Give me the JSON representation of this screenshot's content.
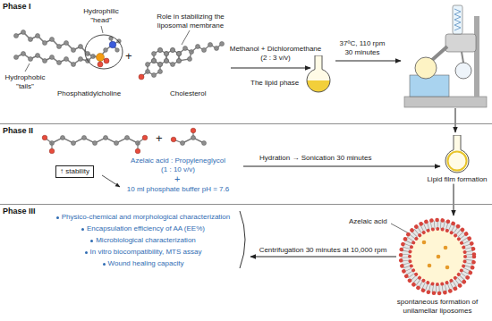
{
  "diagram": {
    "nodes": [
      {
        "text": [
          "Phase I"
        ]
      },
      {
        "text": [
          "The lipid phase"
        ],
        "in": 0
      },
      {
        "text": [
          "Phase II"
        ]
      },
      {
        "text": [
          "↑ stability"
        ],
        "in": 2
      },
      {
        "text": [
          "Lipid film formation"
        ],
        "in": 2
      },
      {
        "text": [
          "Phase III"
        ]
      },
      {
        "text": [
          "spontaneous formation of unilamellar liposomes"
        ],
        "in": 5
      }
    ],
    "edges": [
      {
        "from": 4,
        "to": 6,
        "arrow": "to"
      }
    ],
    "labels": [
      "Hydrophobic \"tails\"",
      "Hydrophilic \"head\"",
      "Role in stabilizing the liposomal membrane",
      "Phosphatidylcholine",
      "+",
      "Cholesterol",
      "Methanol + Dichloromethane (2 : 3 v/v)",
      "37ºC, 110 rpm 30 minutes",
      "+",
      "Azelaic acid : Propyleneglycol (1 : 10 v/v)",
      "+",
      "10 ml phosphate buffer pH = 7.6",
      "Hydration → Sonication 30 minutes",
      "Physico-chemical and morphological characterization",
      "Encapsulation efficiency of AA (EE%)",
      "Microbiological characterization",
      "In vitro biocompatibility, MTS assay",
      "Wound healing capacity",
      "Centrifugation 30 minutes at 10,000 rpm",
      "Azelaic acid"
    ]
  }
}
